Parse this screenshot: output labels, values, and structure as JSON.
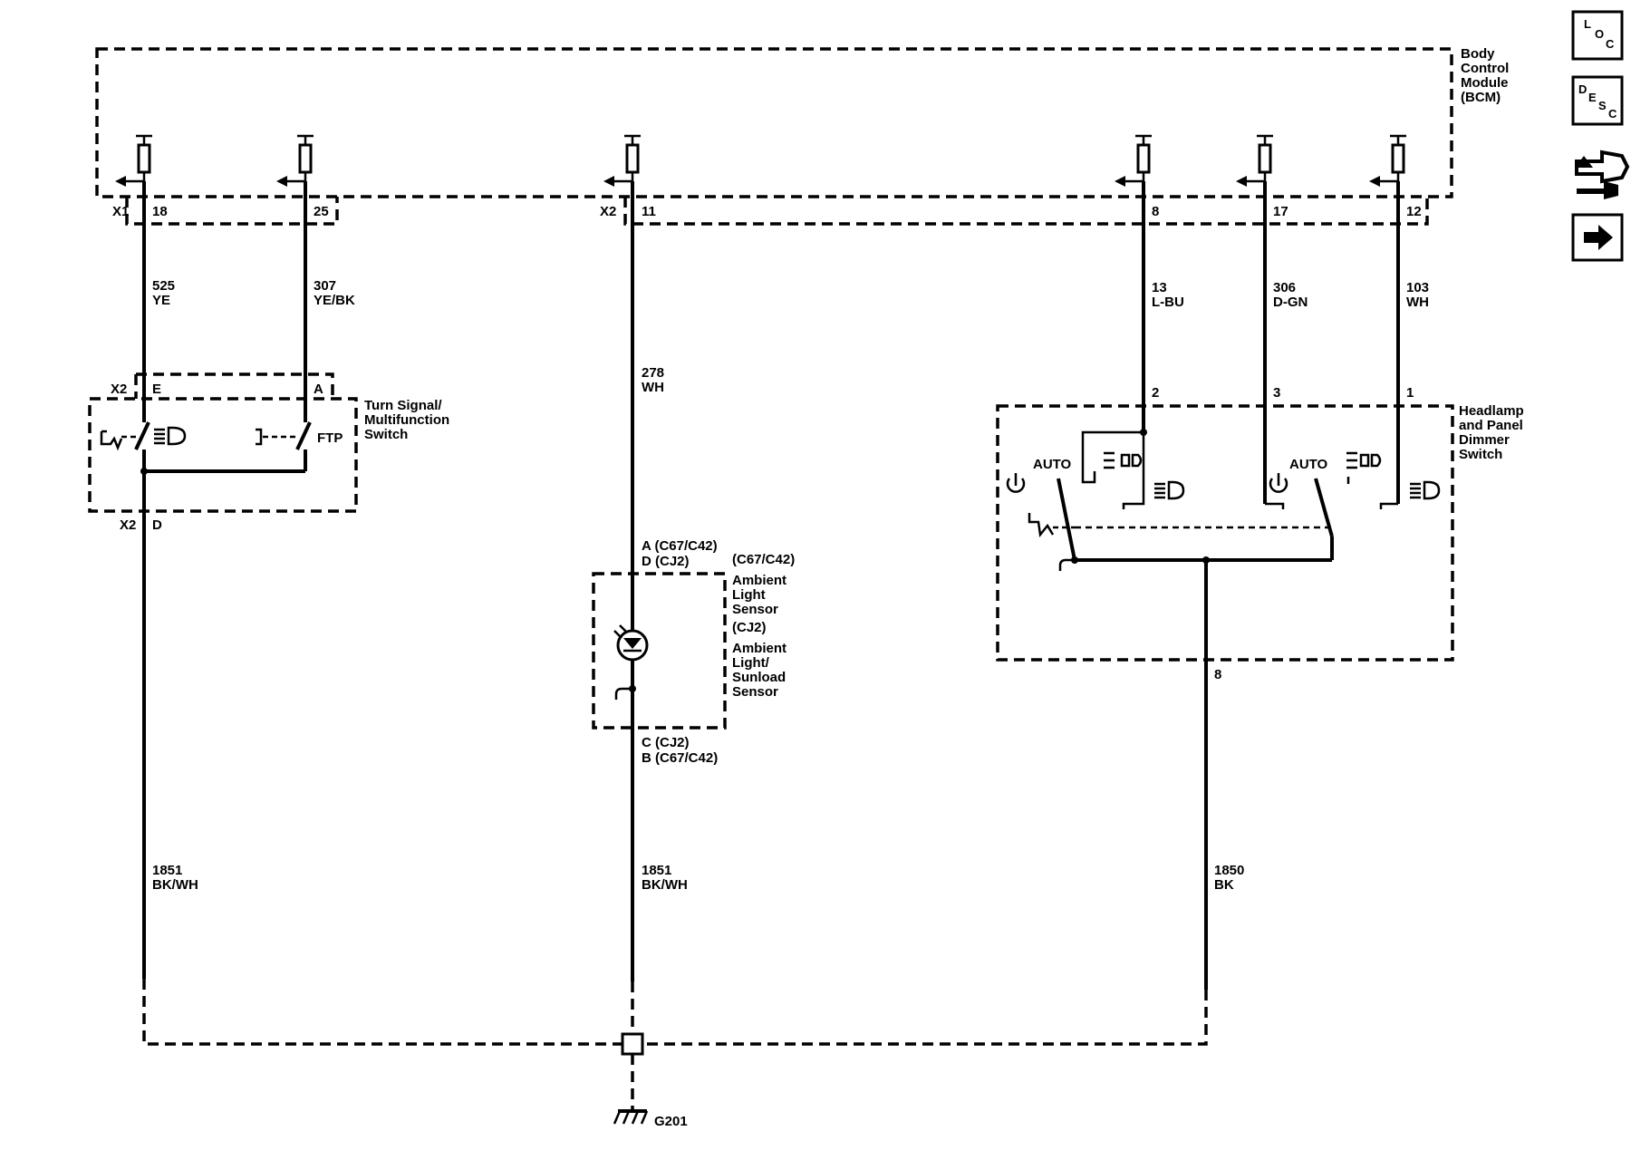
{
  "modules": {
    "bcm": {
      "lines": [
        "Body",
        "Control",
        "Module",
        "(BCM)"
      ]
    },
    "turn_signal": {
      "lines": [
        "Turn Signal/",
        "Multifunction",
        "Switch"
      ],
      "ftp": "FTP"
    },
    "ambient": {
      "lines": [
        "(C67/C42)",
        "Ambient",
        "Light",
        "Sensor",
        "(CJ2)",
        "Ambient",
        "Light/",
        "Sunload",
        "Sensor"
      ]
    },
    "headlamp": {
      "lines": [
        "Headlamp",
        "and Panel",
        "Dimmer",
        "Switch"
      ],
      "auto1": "AUTO",
      "auto2": "AUTO"
    }
  },
  "connectors": {
    "x1": "X1",
    "x2a": "X2",
    "x2b": "X2",
    "x2c": "X2",
    "pin18": "18",
    "pin25": "25",
    "pin11": "11",
    "pin8": "8",
    "pin17": "17",
    "pin12": "12",
    "pinE": "E",
    "pinA": "A",
    "pinD": "D",
    "hl2": "2",
    "hl3": "3",
    "hl1": "1",
    "hl8": "8",
    "sensor_top1": "A (C67/C42)",
    "sensor_top2": "D (CJ2)",
    "sensor_bot1": "C (CJ2)",
    "sensor_bot2": "B (C67/C42)"
  },
  "wires": [
    {
      "circuit": "525",
      "color": "YE"
    },
    {
      "circuit": "307",
      "color": "YE/BK"
    },
    {
      "circuit": "278",
      "color": "WH"
    },
    {
      "circuit": "13",
      "color": "L-BU"
    },
    {
      "circuit": "306",
      "color": "D-GN"
    },
    {
      "circuit": "103",
      "color": "WH"
    },
    {
      "circuit": "1851",
      "color": "BK/WH"
    },
    {
      "circuit": "1851",
      "color": "BK/WH"
    },
    {
      "circuit": "1850",
      "color": "BK"
    }
  ],
  "ground": {
    "label": "G201"
  },
  "nav": {
    "loc": [
      "L",
      "O",
      "C"
    ],
    "desc": [
      "D",
      "E",
      "S",
      "C"
    ]
  }
}
